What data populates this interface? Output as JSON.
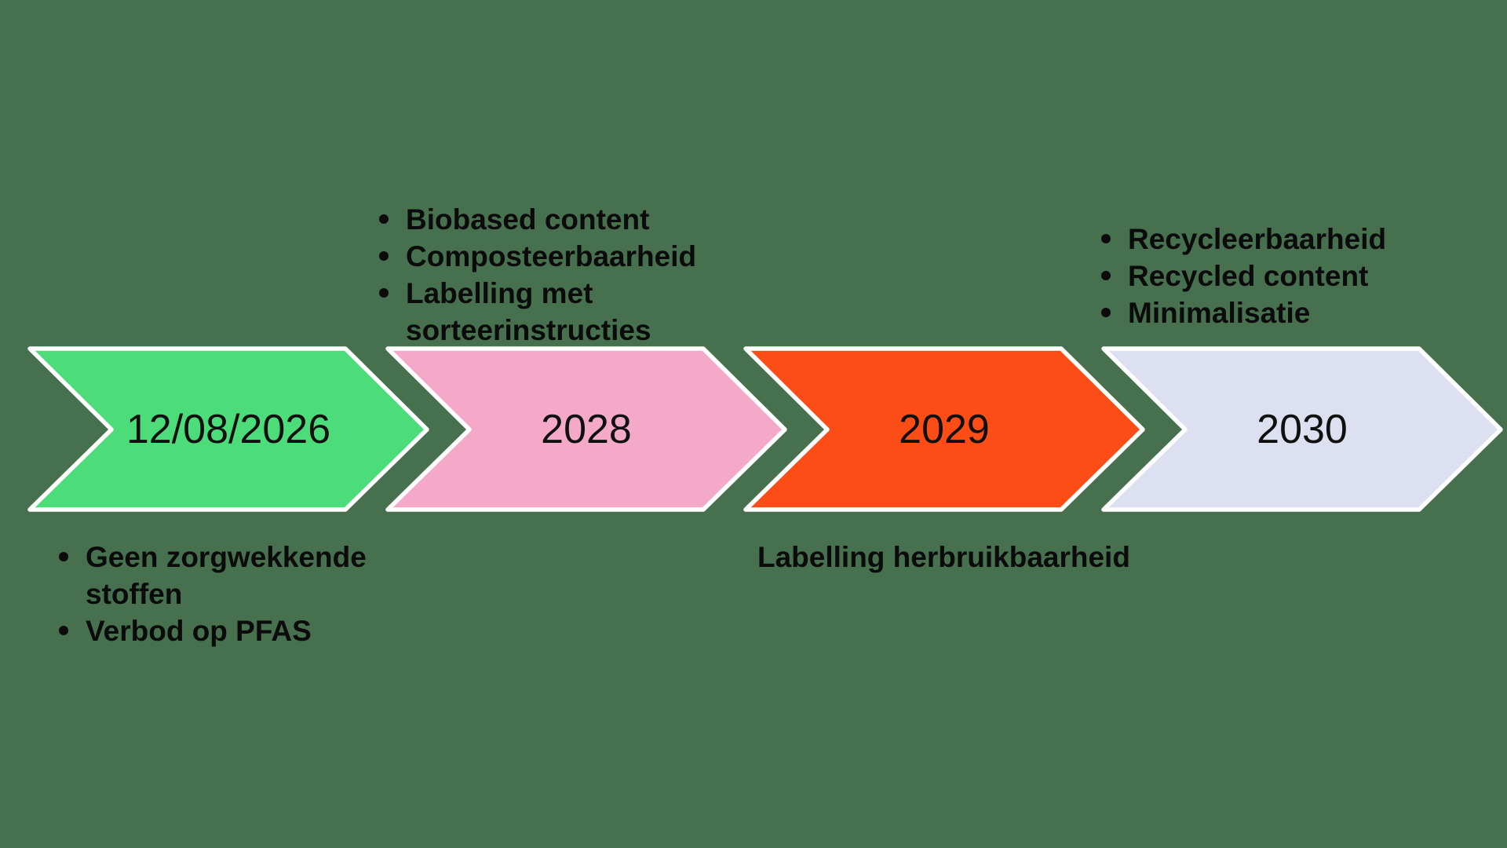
{
  "background_color": "#47704E",
  "border_color": "#FFFFFF",
  "text_color": "#0B0B0B",
  "arrows": [
    {
      "label": "12/08/2026",
      "color": "#4CDD7A"
    },
    {
      "label": "2028",
      "color": "#F5A9C8"
    },
    {
      "label": "2029",
      "color": "#FB4D15"
    },
    {
      "label": "2030",
      "color": "#DCE0F0"
    }
  ],
  "annotations": {
    "above_2028": {
      "lines": [
        {
          "bullet": true,
          "text": "Biobased content"
        },
        {
          "bullet": true,
          "text": "Composteerbaarheid"
        },
        {
          "bullet": true,
          "text": "Labelling met"
        },
        {
          "bullet": false,
          "text": "sorteerinstructies"
        }
      ]
    },
    "above_2030": {
      "lines": [
        {
          "bullet": true,
          "text": "Recycleerbaarheid"
        },
        {
          "bullet": true,
          "text": "Recycled content"
        },
        {
          "bullet": true,
          "text": "Minimalisatie"
        }
      ]
    },
    "below_2026": {
      "lines": [
        {
          "bullet": true,
          "text": "Geen zorgwekkende"
        },
        {
          "bullet": false,
          "text": "stoffen"
        },
        {
          "bullet": true,
          "text": "Verbod op PFAS"
        }
      ]
    },
    "below_2029": {
      "lines": [
        {
          "bullet": false,
          "text": "Labelling herbruikbaarheid"
        }
      ]
    }
  }
}
